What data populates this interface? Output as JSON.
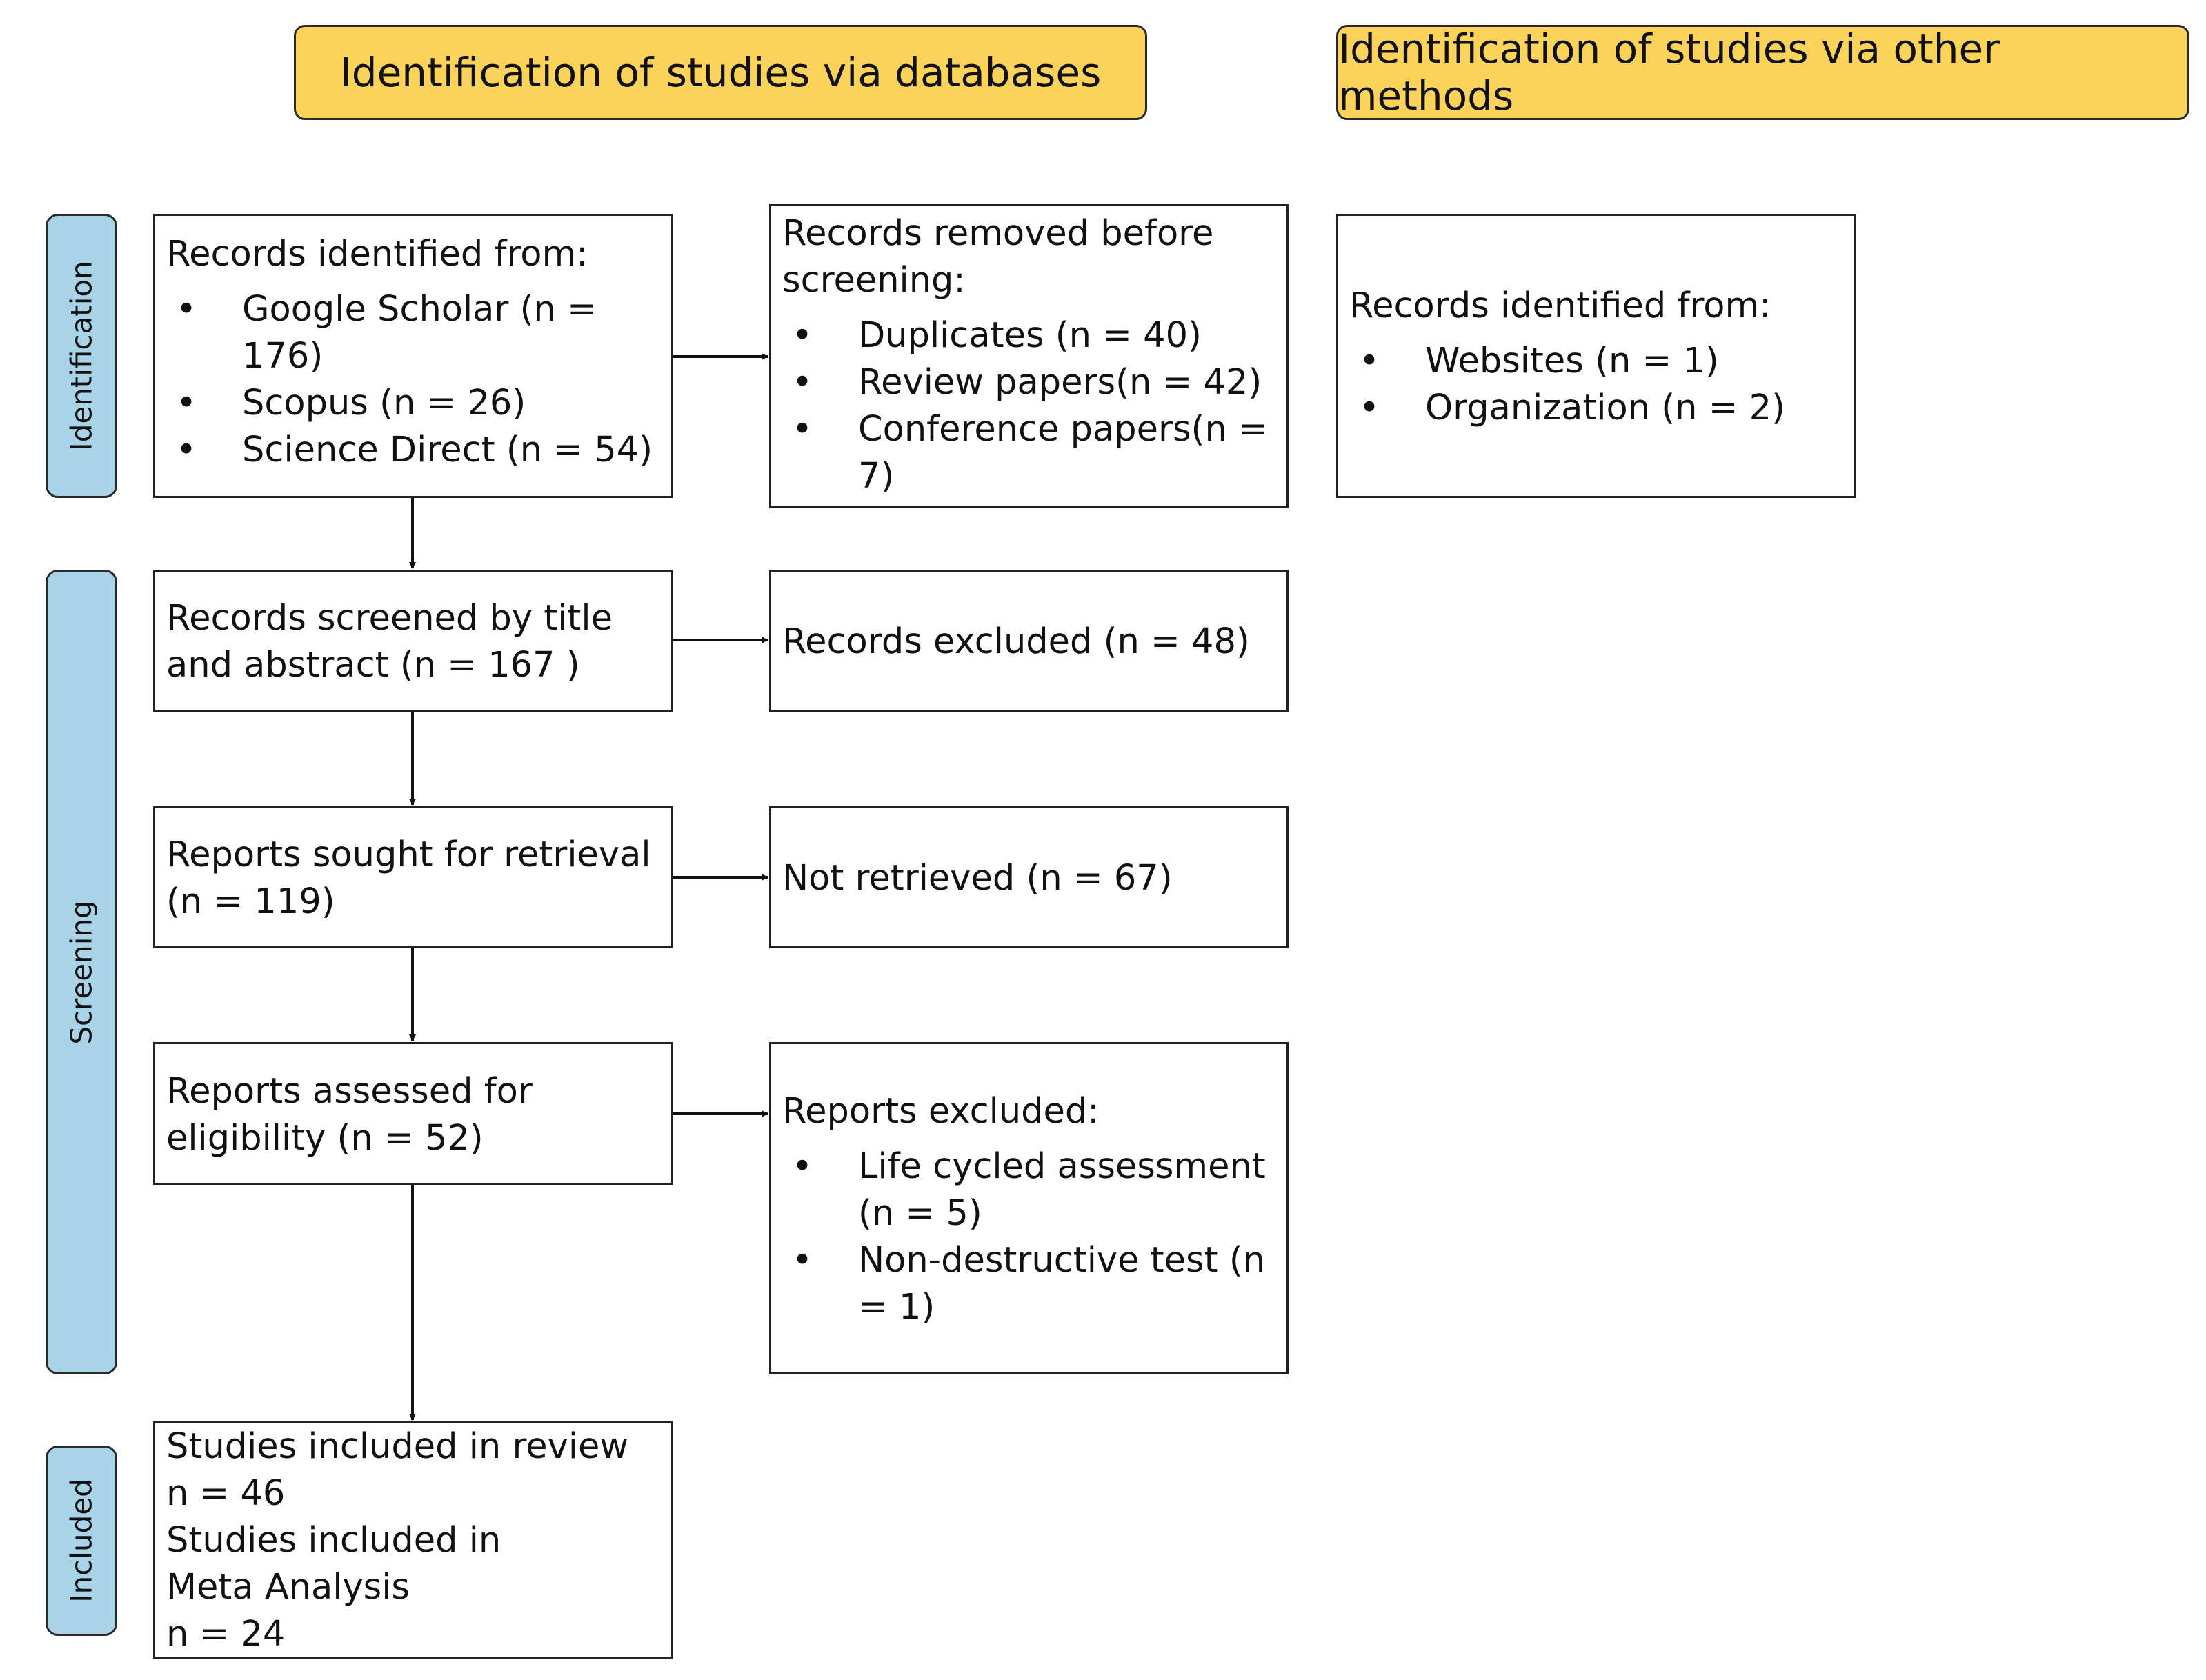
{
  "headers": {
    "databases": "Identification of studies via databases",
    "other": "Identification of studies via other methods"
  },
  "phases": {
    "identification": "Identification",
    "screening": "Screening",
    "included": "Included"
  },
  "identified": {
    "heading": "Records identified from:",
    "items": [
      "Google Scholar (n = 176)",
      "Scopus (n = 26)",
      "Science Direct (n = 54)"
    ]
  },
  "removed": {
    "heading": "Records removed before screening:",
    "items": [
      "Duplicates (n = 40)",
      "Review papers(n = 42)",
      "Conference papers(n = 7)"
    ]
  },
  "other_identified": {
    "heading": "Records identified from:",
    "items": [
      "Websites (n = 1)",
      "Organization (n = 2)"
    ]
  },
  "screened": {
    "text": "Records screened by title and abstract (n = 167 )"
  },
  "excluded": {
    "text": "Records excluded (n = 48)"
  },
  "sought": {
    "text": "Reports sought for retrieval (n = 119)"
  },
  "not_retrieved": {
    "text": "Not retrieved (n = 67)"
  },
  "assessed": {
    "text": "Reports assessed for eligibility (n = 52)"
  },
  "reports_excluded": {
    "heading": "Reports excluded:",
    "items": [
      "Life cycled assessment (n = 5)",
      "Non-destructive test (n = 1)"
    ]
  },
  "included": {
    "lines": [
      "Studies included in review",
      "n = 46",
      "Studies included in",
      "Meta Analysis",
      "n = 24"
    ]
  },
  "colors": {
    "header_fill": "#fbd35a",
    "phase_fill": "#a9d4e8",
    "stroke": "#222222"
  }
}
